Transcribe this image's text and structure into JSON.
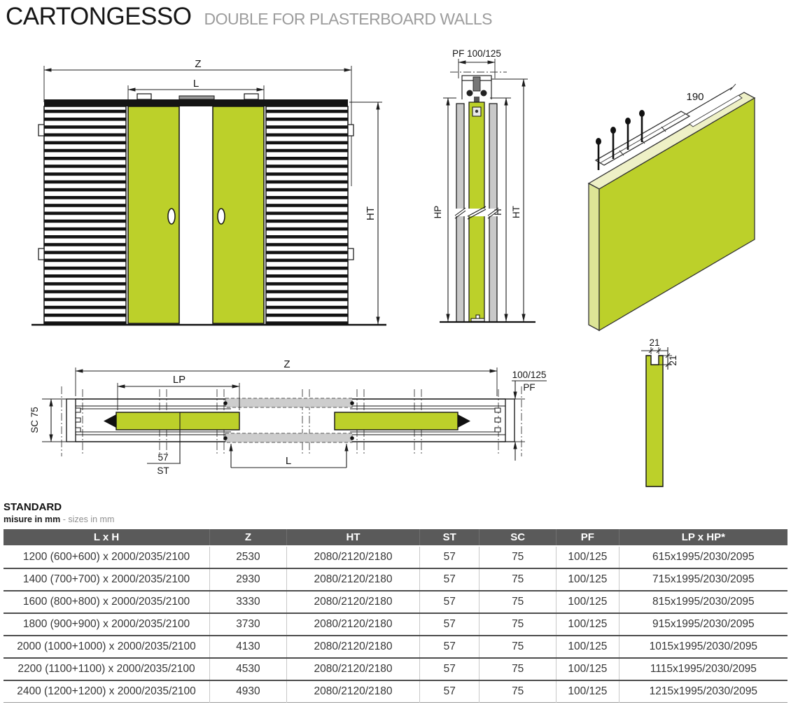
{
  "header": {
    "title": "CARTONGESSO",
    "subtitle": "DOUBLE FOR PLASTERBOARD WALLS"
  },
  "drawings": {
    "elevation": {
      "z": "Z",
      "l": "L",
      "ht": "HT"
    },
    "section": {
      "pf": "PF 100/125",
      "hp": "HP",
      "h": "H",
      "ht": "HT"
    },
    "panel3d": {
      "groove_length": "190"
    },
    "plan": {
      "z": "Z",
      "lp": "LP",
      "l": "L",
      "st_value": "57",
      "st": "ST",
      "sc": "SC 75",
      "pf_value": "100/125",
      "pf": "PF"
    },
    "edge_detail": {
      "groove_width": "21",
      "groove_depth": "21"
    }
  },
  "table": {
    "title": "STANDARD",
    "note_primary": "misure in mm",
    "note_secondary": " - sizes in mm",
    "columns": [
      "L x H",
      "Z",
      "HT",
      "ST",
      "SC",
      "PF",
      "LP x HP*"
    ],
    "rows": [
      [
        "1200 (600+600) x 2000/2035/2100",
        "2530",
        "2080/2120/2180",
        "57",
        "75",
        "100/125",
        "615x1995/2030/2095"
      ],
      [
        "1400 (700+700) x 2000/2035/2100",
        "2930",
        "2080/2120/2180",
        "57",
        "75",
        "100/125",
        "715x1995/2030/2095"
      ],
      [
        "1600 (800+800) x 2000/2035/2100",
        "3330",
        "2080/2120/2180",
        "57",
        "75",
        "100/125",
        "815x1995/2030/2095"
      ],
      [
        "1800 (900+900) x 2000/2035/2100",
        "3730",
        "2080/2120/2180",
        "57",
        "75",
        "100/125",
        "915x1995/2030/2095"
      ],
      [
        "2000 (1000+1000) x 2000/2035/2100",
        "4130",
        "2080/2120/2180",
        "57",
        "75",
        "100/125",
        "1015x1995/2030/2095"
      ],
      [
        "2200 (1100+1100) x 2000/2035/2100",
        "4530",
        "2080/2120/2180",
        "57",
        "75",
        "100/125",
        "1115x1995/2030/2095"
      ],
      [
        "2400 (1200+1200) x 2000/2035/2100",
        "4930",
        "2080/2120/2180",
        "57",
        "75",
        "100/125",
        "1215x1995/2030/2095"
      ]
    ]
  },
  "colors": {
    "door_green": "#bcd02a",
    "panel_top": "#eef0c6",
    "panel_side": "#dde596",
    "wall_gray": "#c9c9c9",
    "header_gray": "#5a5a5a"
  }
}
